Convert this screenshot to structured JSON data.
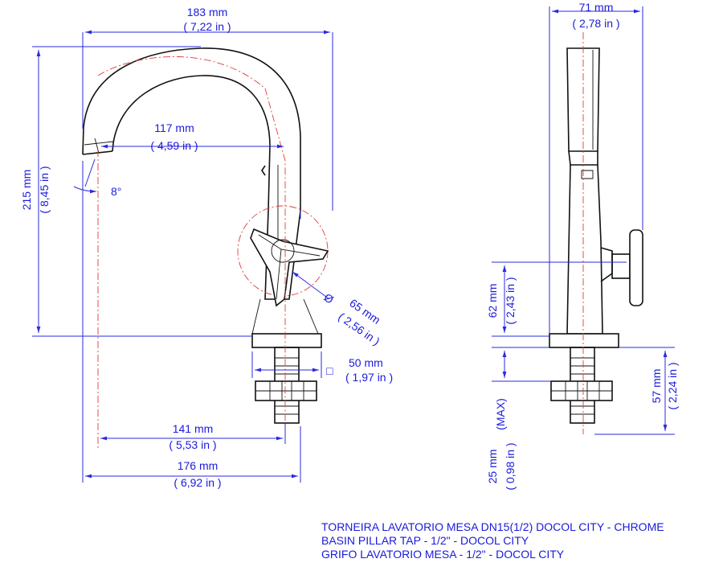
{
  "front_view": {
    "width_top": {
      "mm": "183 mm",
      "inch": "( 7,22 in )"
    },
    "spout_reach": {
      "mm": "117 mm",
      "inch": "( 4,59 in )"
    },
    "height": {
      "mm": "215 mm",
      "inch": "( 8,45 in )"
    },
    "spout_angle": "8°",
    "handle_diameter": {
      "symbol": "Ø",
      "mm": "65 mm",
      "inch": "( 2,56 in )"
    },
    "base_square": {
      "symbol": "□",
      "mm": "50 mm",
      "inch": "( 1,97 in )"
    },
    "reach_141": {
      "mm": "141 mm",
      "inch": "( 5,53 in )"
    },
    "width_bottom": {
      "mm": "176 mm",
      "inch": "( 6,92 in )"
    }
  },
  "side_view": {
    "width": {
      "mm": "71 mm",
      "inch": "( 2,78 in )"
    },
    "handle_height": {
      "mm": "62 mm",
      "inch": "( 2,43 in )"
    },
    "shank": {
      "mm": "57 mm",
      "inch": "( 2,24 in )"
    },
    "counter_max": {
      "mm": "25 mm",
      "inch": "( 0,98 in )",
      "note": "(MAX)"
    }
  },
  "titles": [
    "TORNEIRA LAVATORIO MESA DN15(1/2) DOCOL CITY - CHROME",
    "BASIN PILLAR TAP - 1/2\" - DOCOL CITY",
    "GRIFO LAVATORIO MESA - 1/2\" - DOCOL CITY"
  ]
}
